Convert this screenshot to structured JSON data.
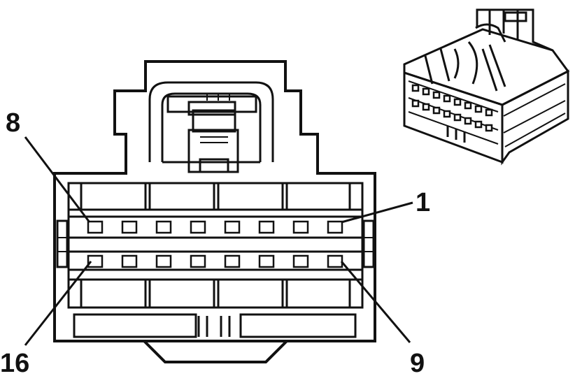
{
  "diagram": {
    "pin_labels": {
      "top_left": "8",
      "top_right": "1",
      "bottom_left": "16",
      "bottom_right": "9"
    },
    "pin_count": 16,
    "rows": 2,
    "pins_per_row": 8,
    "line_color": "#111111",
    "background": "#ffffff"
  }
}
